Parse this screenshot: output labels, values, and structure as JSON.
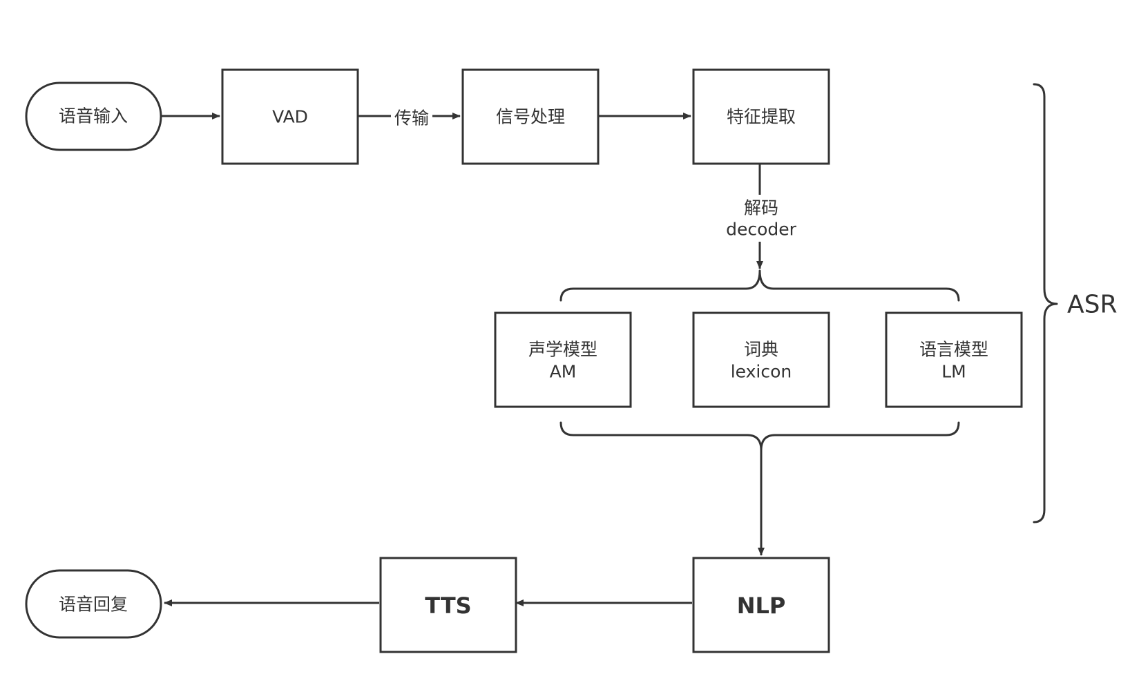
{
  "nodes": {
    "speech_input": "语音输入",
    "vad": "VAD",
    "signal_processing": "信号处理",
    "feature_extraction": "特征提取",
    "acoustic_model": {
      "line1": "声学模型",
      "line2": "AM"
    },
    "lexicon": {
      "line1": "词典",
      "line2": "lexicon"
    },
    "language_model": {
      "line1": "语言模型",
      "line2": "LM"
    },
    "nlp": "NLP",
    "tts": "TTS",
    "speech_reply": "语音回复"
  },
  "edges": {
    "transmission": "传输",
    "decode": {
      "line1": "解码",
      "line2": "decoder"
    }
  },
  "groups": {
    "asr": "ASR"
  },
  "colors": {
    "stroke": "#333333",
    "fill": "#ffffff",
    "text": "#333333"
  }
}
